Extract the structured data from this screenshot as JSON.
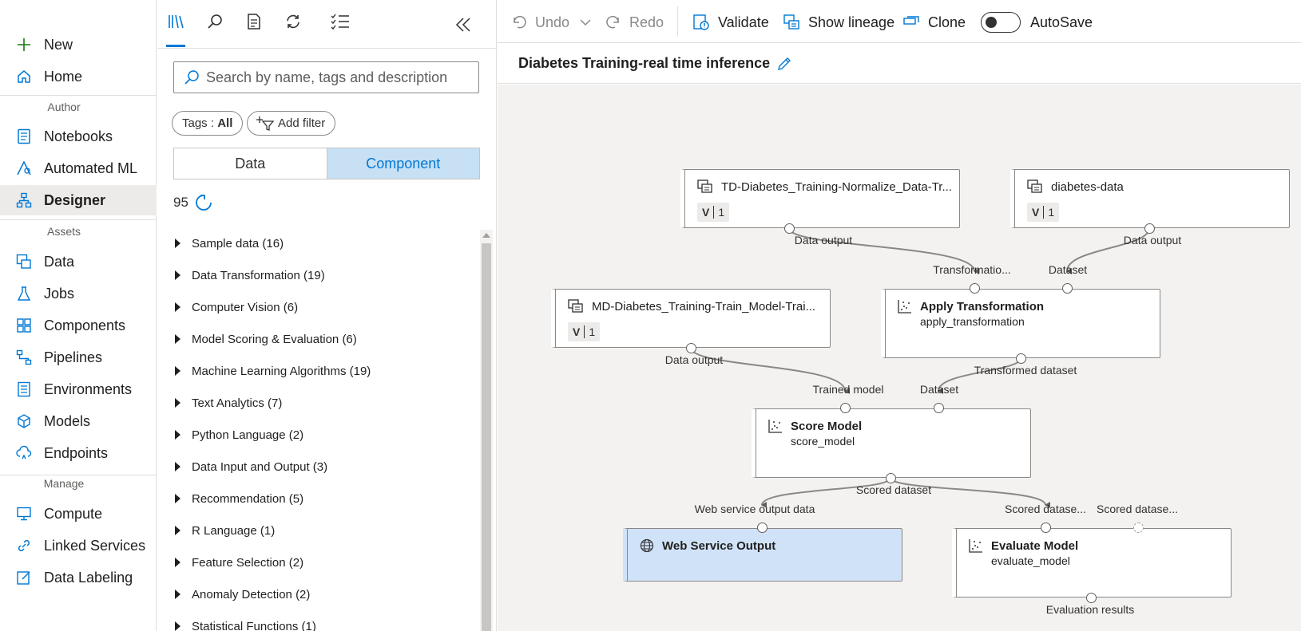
{
  "nav": {
    "new": "New",
    "home": "Home",
    "author_section": "Author",
    "notebooks": "Notebooks",
    "automated_ml": "Automated ML",
    "designer": "Designer",
    "assets_section": "Assets",
    "data": "Data",
    "jobs": "Jobs",
    "components": "Components",
    "pipelines": "Pipelines",
    "environments": "Environments",
    "models": "Models",
    "endpoints": "Endpoints",
    "manage_section": "Manage",
    "compute": "Compute",
    "linked_services": "Linked Services",
    "data_labeling": "Data Labeling"
  },
  "panel": {
    "search_placeholder": "Search by name, tags and description",
    "tags_label": "Tags : ",
    "tags_value": "All",
    "add_filter": "Add filter",
    "seg_data": "Data",
    "seg_component": "Component",
    "count": "95",
    "categories": [
      "Sample data (16)",
      "Data Transformation (19)",
      "Computer Vision (6)",
      "Model Scoring & Evaluation (6)",
      "Machine Learning Algorithms (19)",
      "Text Analytics (7)",
      "Python Language (2)",
      "Data Input and Output (3)",
      "Recommendation (5)",
      "R Language (1)",
      "Feature Selection (2)",
      "Anomaly Detection (2)",
      "Statistical Functions (1)"
    ]
  },
  "toolbar": {
    "undo": "Undo",
    "redo": "Redo",
    "validate": "Validate",
    "show_lineage": "Show lineage",
    "clone": "Clone",
    "autosave": "AutoSave"
  },
  "pipeline_title": "Diabetes Training-real time inference",
  "nodes": {
    "td": {
      "title": "TD-Diabetes_Training-Normalize_Data-Tr...",
      "v": "V",
      "ver": "1",
      "out": "Data output"
    },
    "diabetes": {
      "title": "diabetes-data",
      "v": "V",
      "ver": "1",
      "out": "Data output"
    },
    "md": {
      "title": "MD-Diabetes_Training-Train_Model-Trai...",
      "v": "V",
      "ver": "1",
      "out": "Data output"
    },
    "apply": {
      "title": "Apply Transformation",
      "sub": "apply_transformation",
      "in1": "Transformatio...",
      "in2": "Dataset",
      "out": "Transformed dataset"
    },
    "score": {
      "title": "Score Model",
      "sub": "score_model",
      "in1": "Trained model",
      "in2": "Dataset",
      "out": "Scored dataset"
    },
    "wso": {
      "title": "Web Service Output",
      "in1": "Web service output data"
    },
    "eval": {
      "title": "Evaluate Model",
      "sub": "evaluate_model",
      "in1": "Scored datase...",
      "in2": "Scored datase...",
      "out": "Evaluation results"
    }
  }
}
